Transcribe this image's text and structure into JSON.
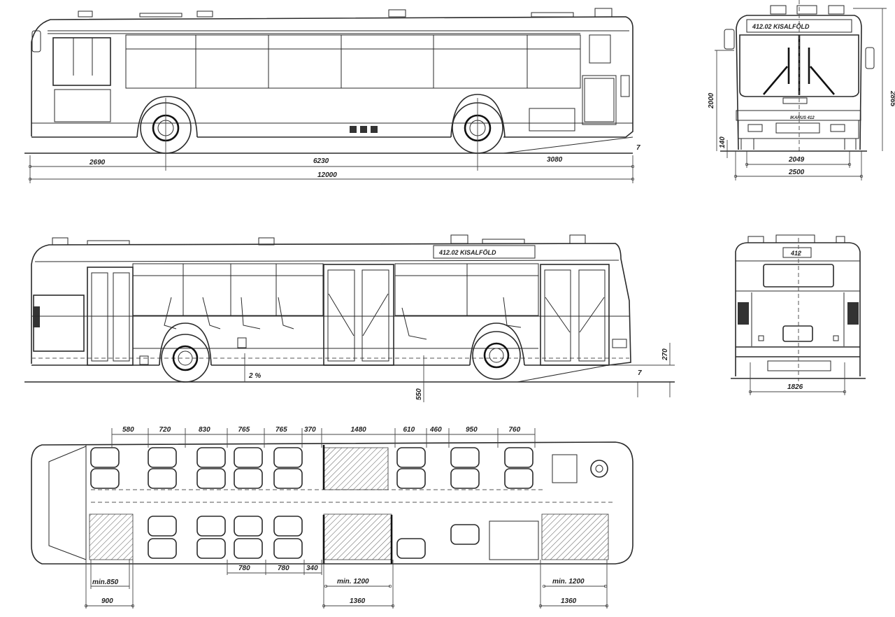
{
  "title": "Bus dimensional drawing",
  "side_view": {
    "dims": {
      "front_overhang": "2690",
      "wheelbase": "6230",
      "rear_overhang": "3080",
      "overall_length": "12000"
    },
    "angle_mark": "7"
  },
  "front_view": {
    "destination_sign": "412.02 KISALFÖLD",
    "badge": "IKARUS 412",
    "dims": {
      "overall_height": "2865",
      "mirror_height": "2000",
      "bumper_height": "140",
      "track": "2049",
      "overall_width": "2500"
    }
  },
  "door_side_view": {
    "destination_sign": "412.02 KISALFÖLD",
    "dims": {
      "step_height": "270",
      "floor_height": "550",
      "angle_mark": "7",
      "slope": "2 %"
    }
  },
  "rear_view": {
    "route_sign": "412",
    "dims": {
      "rear_track": "1826"
    }
  },
  "plan_view": {
    "top_dims": [
      "580",
      "720",
      "830",
      "765",
      "765",
      "370",
      "1480",
      "610",
      "460",
      "950",
      "760"
    ],
    "seat_pitch_dims": [
      "780",
      "780",
      "340"
    ],
    "rear_door": {
      "clear_width": "min.850",
      "width": "900"
    },
    "middle_door": {
      "clear_width": "min. 1200",
      "width": "1360"
    },
    "front_door": {
      "clear_width": "min. 1200",
      "width": "1360"
    }
  }
}
